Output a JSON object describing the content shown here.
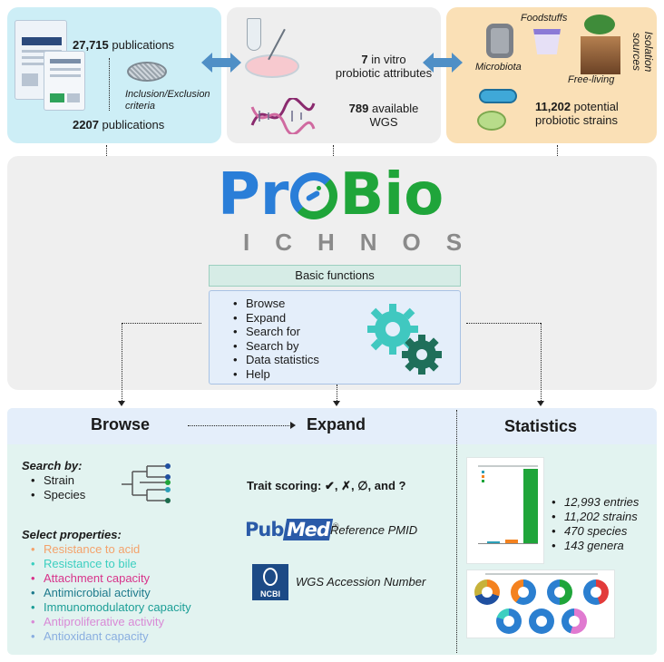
{
  "top": {
    "left": {
      "pub_count_1": "27,715",
      "pub_label_1": "publications",
      "criteria_label": "Inclusion/Exclusion criteria",
      "pub_count_2": "2207",
      "pub_label_2": "publications"
    },
    "middle": {
      "attr_count": "7",
      "attr_label_a": "in vitro",
      "attr_label_b": "probiotic attributes",
      "wgs_count": "789",
      "wgs_label_a": "available",
      "wgs_label_b": "WGS"
    },
    "right": {
      "isolation_label_a": "Isolation",
      "isolation_label_b": "sources",
      "foodstuffs": "Foodstuffs",
      "microbiota": "Microbiota",
      "free_living": "Free-living",
      "strain_count": "11,202",
      "strain_label_a": "potential",
      "strain_label_b": "probiotic strains"
    }
  },
  "logo": {
    "pro": "Pr",
    "bio": "Bio",
    "ichnos": "ICHNOS"
  },
  "functions": {
    "header": "Basic functions",
    "items": [
      "Browse",
      "Expand",
      "Search for",
      "Search by",
      "Data statistics",
      "Help"
    ]
  },
  "browse": {
    "title": "Browse",
    "search_by": "Search by:",
    "search_items": [
      "Strain",
      "Species"
    ],
    "select_props": "Select properties:",
    "properties": [
      {
        "label": "Resistance to acid",
        "color": "#f4a26b"
      },
      {
        "label": "Resistance to bile",
        "color": "#3ccfc0"
      },
      {
        "label": "Attachment capacity",
        "color": "#d8338a"
      },
      {
        "label": "Antimicrobial activity",
        "color": "#1d7a8c"
      },
      {
        "label": "Immunomodulatory capacity",
        "color": "#1b9e96"
      },
      {
        "label": "Antiproliferative activity",
        "color": "#d98ad6"
      },
      {
        "label": "Antioxidant capacity",
        "color": "#8aaee0"
      }
    ]
  },
  "expand": {
    "title": "Expand",
    "trait_label": "Trait scoring:",
    "trait_symbols": "✔, ✗, ∅,",
    "trait_and": "and ?",
    "pubmed_a": "Pub",
    "pubmed_b": "Med",
    "pubmed_ref": "Reference PMID",
    "ncbi": "NCBI",
    "wgs_ref": "WGS Accession Number"
  },
  "statistics": {
    "title": "Statistics",
    "items": [
      "12,993 entries",
      "11,202 strains",
      "470 species",
      "143 genera"
    ]
  }
}
